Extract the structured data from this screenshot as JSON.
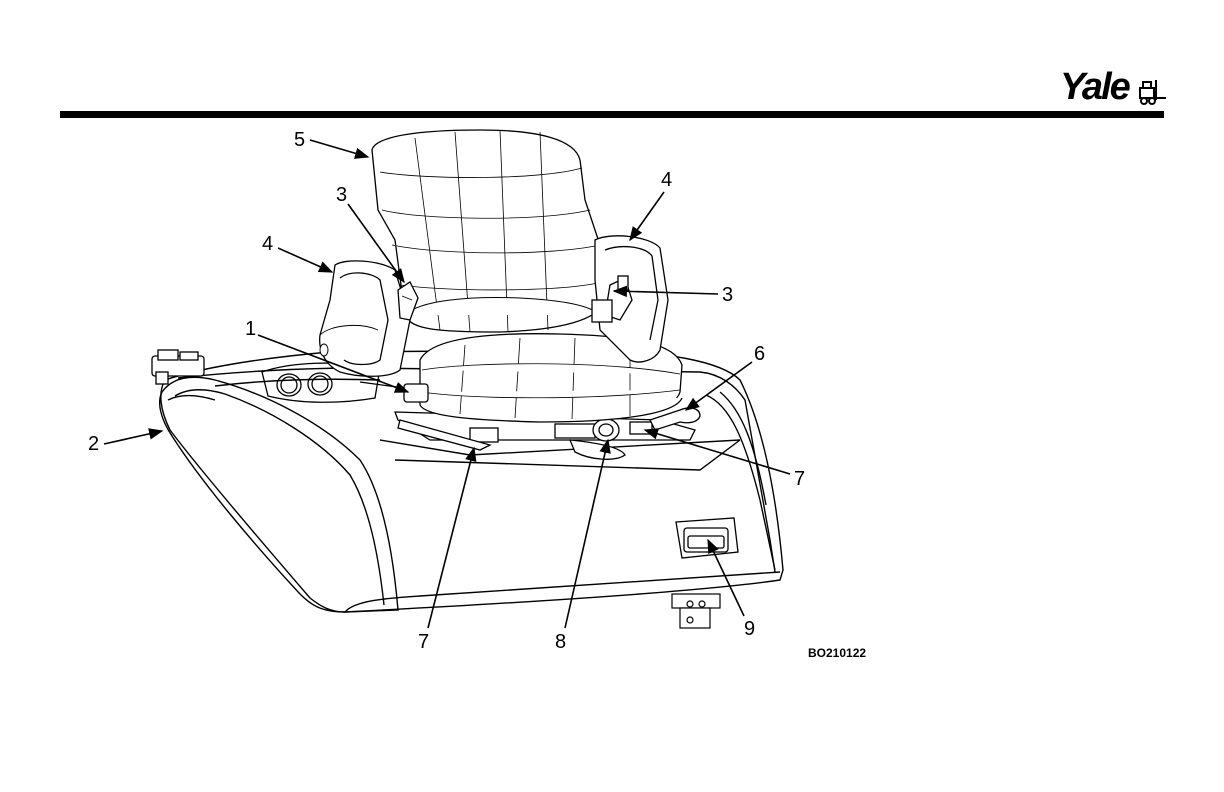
{
  "brand": {
    "logo_text": "Yale"
  },
  "figure_id": "BO210122",
  "callouts": [
    {
      "id": "c5",
      "label": "5"
    },
    {
      "id": "c3a",
      "label": "3"
    },
    {
      "id": "c4a",
      "label": "4"
    },
    {
      "id": "c4b",
      "label": "4"
    },
    {
      "id": "c3b",
      "label": "3"
    },
    {
      "id": "c1",
      "label": "1"
    },
    {
      "id": "c6",
      "label": "6"
    },
    {
      "id": "c2",
      "label": "2"
    },
    {
      "id": "c7b",
      "label": "7"
    },
    {
      "id": "c7a",
      "label": "7"
    },
    {
      "id": "c8",
      "label": "8"
    },
    {
      "id": "c9",
      "label": "9"
    }
  ]
}
